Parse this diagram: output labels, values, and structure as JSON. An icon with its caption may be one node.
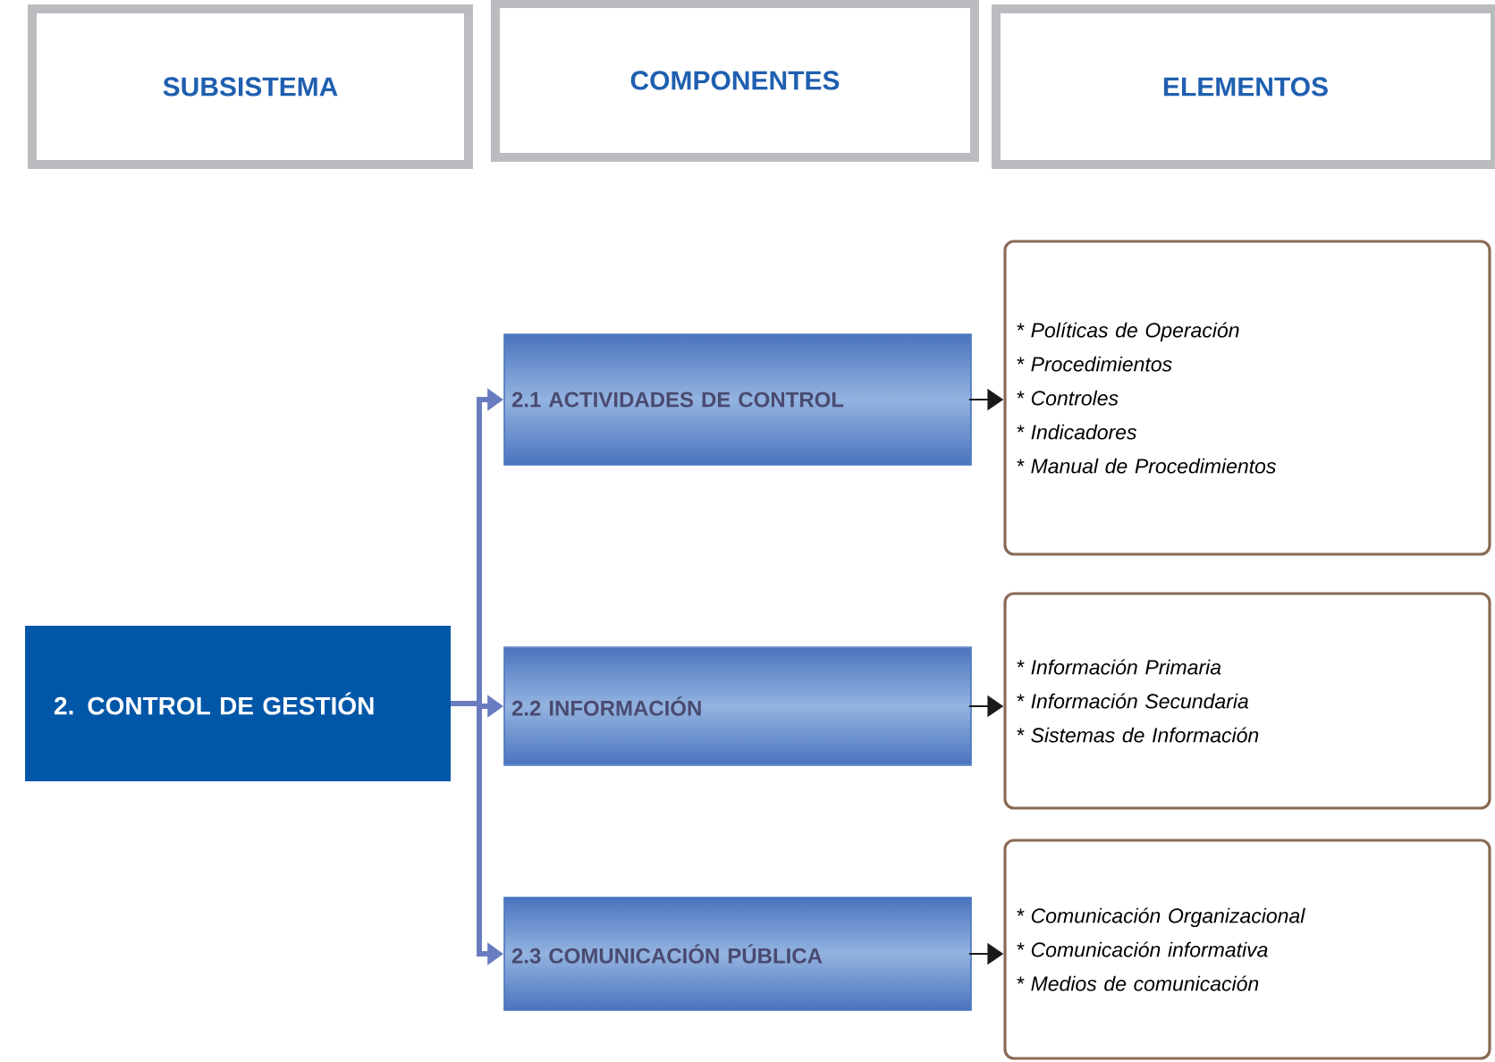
{
  "diagram": {
    "nodes": [
      {
        "text": [
          "SUBSISTEMA"
        ]
      },
      {
        "text": [
          "COMPONENTES"
        ]
      },
      {
        "text": [
          "ELEMENTOS"
        ]
      },
      {
        "text": [
          "2. CONTROL DE GESTIÓN"
        ]
      },
      {
        "text": [
          "2.1 ACTIVIDADES DE CONTROL"
        ]
      },
      {
        "text": [
          "2.2 INFORMACIÓN"
        ]
      },
      {
        "text": [
          "2.3 COMUNICACIÓN PÚBLICA"
        ]
      },
      {
        "text": [
          "* Políticas de Operación",
          "* Procedimientos",
          "* Controles",
          "* Indicadores",
          "* Manual de Procedimientos"
        ]
      },
      {
        "text": [
          "* Información Primaria",
          "* Información Secundaria",
          "* Sistemas de Información"
        ]
      },
      {
        "text": [
          "* Comunicación Organizacional",
          "* Comunicación informativa",
          "* Medios de comunicación"
        ]
      }
    ],
    "edges": [
      {
        "from": 3,
        "to": 4,
        "arrow": "to",
        "style": "thick"
      },
      {
        "from": 3,
        "to": 5,
        "arrow": "to",
        "style": "thick"
      },
      {
        "from": 3,
        "to": 6,
        "arrow": "to",
        "style": "thick"
      },
      {
        "from": 4,
        "to": 7,
        "arrow": "to",
        "color": "#1a1a1a"
      },
      {
        "from": 5,
        "to": 8,
        "arrow": "to",
        "color": "#1a1a1a"
      },
      {
        "from": 6,
        "to": 9,
        "arrow": "to",
        "color": "#1a1a1a"
      }
    ]
  }
}
